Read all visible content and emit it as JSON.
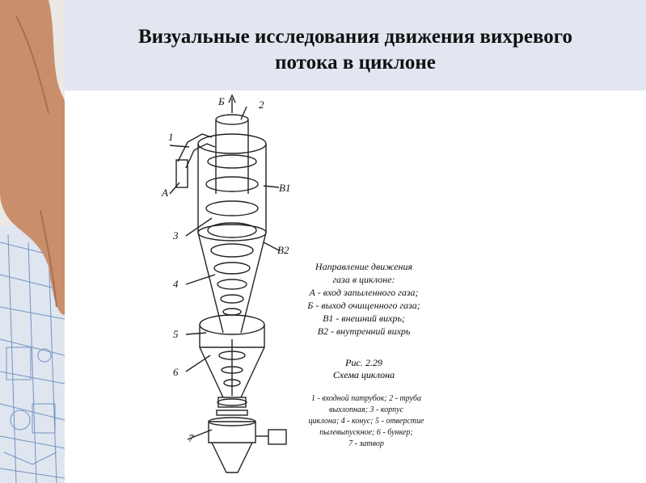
{
  "title_line1": "Визуальные исследования движения вихревого",
  "title_line2": "потока в циклоне",
  "labels": {
    "b": "Б",
    "l2": "2",
    "l1": "1",
    "a": "А",
    "v1": "В1",
    "l3": "3",
    "v2": "В2",
    "l4": "4",
    "l5": "5",
    "l6": "6",
    "l7": "7"
  },
  "legend": {
    "heading1": "Направление движения",
    "heading2": "газа в циклоне:",
    "items": [
      "А - вход запыленного газа;",
      "Б - выход очищенного газа;",
      "В1 - внешний вихрь;",
      "В2 - внутренний вихрь"
    ]
  },
  "caption": {
    "fig": "Рис. 2.29",
    "name": "Схема циклона"
  },
  "parts": [
    "1 - входной патрубок; 2 - труба",
    "выхлопная; 3 - корпус",
    "циклона; 4 - конус; 5 - отверстие",
    "пылевыпускное; 6 - бункер;",
    "7 - затвор"
  ]
}
